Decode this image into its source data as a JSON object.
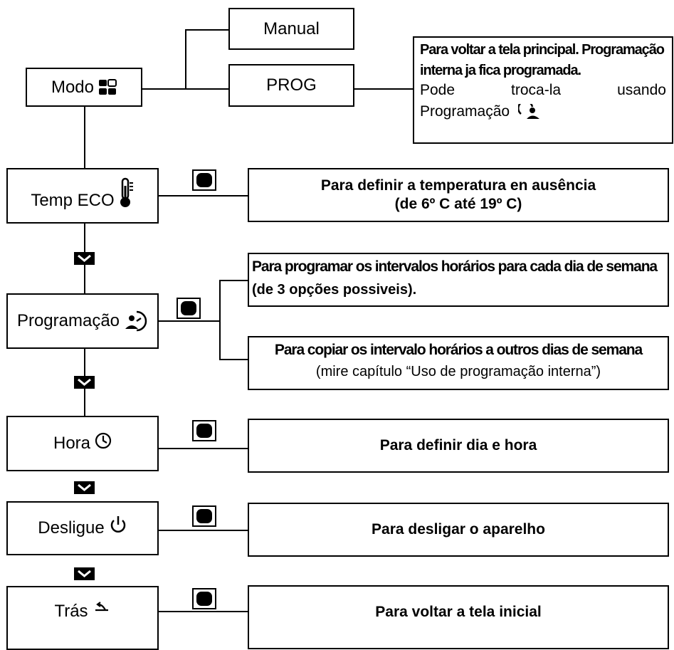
{
  "nodes": {
    "manual": "Manual",
    "prog": "PROG",
    "modo": "Modo",
    "temp_eco": "Temp ECO",
    "programacao": "Programação",
    "hora": "Hora",
    "desligue": "Desligue",
    "tras": "Trás"
  },
  "notes": {
    "prog_line1": "Para voltar a tela principal. Programação",
    "prog_line2": "interna ja fica programada.",
    "prog_line3_words": [
      "Pode",
      "troca-la",
      "usando"
    ],
    "prog_line4": "Programação",
    "temp_eco_line1": "Para definir a temperatura en ausência",
    "temp_eco_line2": "(de 6º C até 19º C)",
    "prog_intervals_line1": "Para programar os intervalos horários para cada dia de semana",
    "prog_intervals_line2": "(de 3 opções possiveis).",
    "prog_copy_line1": "Para copiar os intervalo horários a outros dias de semana",
    "prog_copy_line2": "(mire capítulo “Uso de programação interna”)",
    "hora": "Para definir dia e hora",
    "desligue": "Para desligar o aparelho",
    "tras": "Para voltar a tela inicial"
  },
  "icons": {
    "modo": "grid-icon",
    "temp_eco": "thermometer-icon",
    "programacao": "program-icon",
    "hora": "clock-icon",
    "desligue": "power-icon",
    "tras": "back-icon",
    "ok_button": "ok-button-icon",
    "down_arrow": "chevron-down-icon"
  }
}
